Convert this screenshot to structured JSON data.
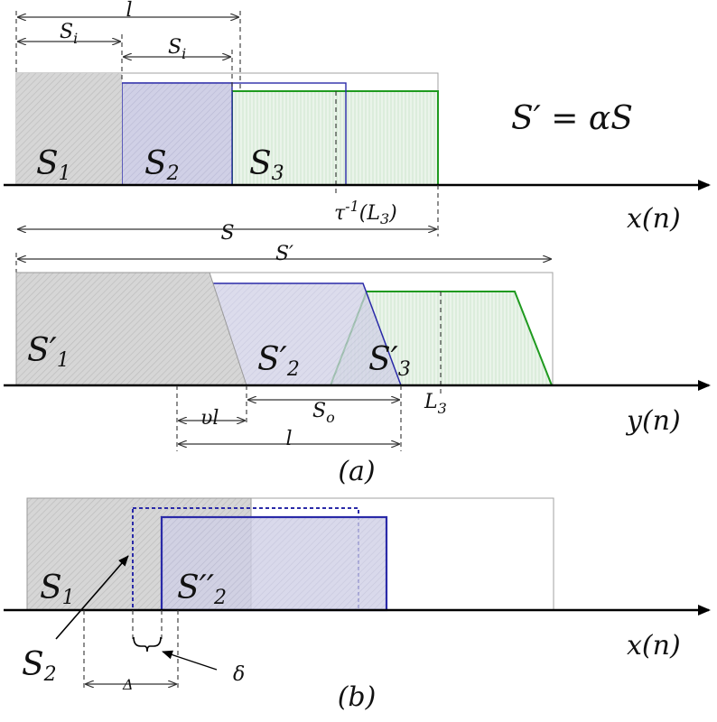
{
  "panel_a": {
    "top": {
      "dim_l": "l",
      "dim_si_1": "S",
      "dim_si_1_sub": "i",
      "dim_si_2": "S",
      "dim_si_2_sub": "i",
      "segment_1": "S",
      "segment_1_sub": "1",
      "segment_2": "S",
      "segment_2_sub": "2",
      "segment_3": "S",
      "segment_3_sub": "3",
      "equation": "S′ = αS",
      "tau_label": "τ",
      "tau_sup": "-1",
      "tau_arg": "(L",
      "tau_arg_sub": "3",
      "tau_close": ")",
      "dim_s": "S",
      "axis_label": "x(n)"
    },
    "bottom": {
      "dim_s_prime": "S′",
      "segment_1": "S′",
      "segment_1_sub": "1",
      "segment_2": "S′",
      "segment_2_sub": "2",
      "segment_3": "S′",
      "segment_3_sub": "3",
      "dim_so": "S",
      "dim_so_sub": "o",
      "l3_label": "L",
      "l3_sub": "3",
      "dim_vl": "υl",
      "dim_l": "l",
      "axis_label": "y(n)"
    },
    "caption": "(a)"
  },
  "panel_b": {
    "segment_1": "S",
    "segment_1_sub": "1",
    "segment_2_shifted": "S′′",
    "segment_2_shifted_sub": "2",
    "pointer_s2": "S",
    "pointer_s2_sub": "2",
    "delta_small": "δ",
    "delta_big": "Δ",
    "axis_label": "x(n)",
    "caption": "(b)"
  },
  "colors": {
    "gray_fill": "#d9d9d9",
    "blue": "#2a2aa8",
    "blue_fill": "#cfcfe6",
    "green": "#1f9a1f",
    "green_fill": "#e3f2e3"
  }
}
